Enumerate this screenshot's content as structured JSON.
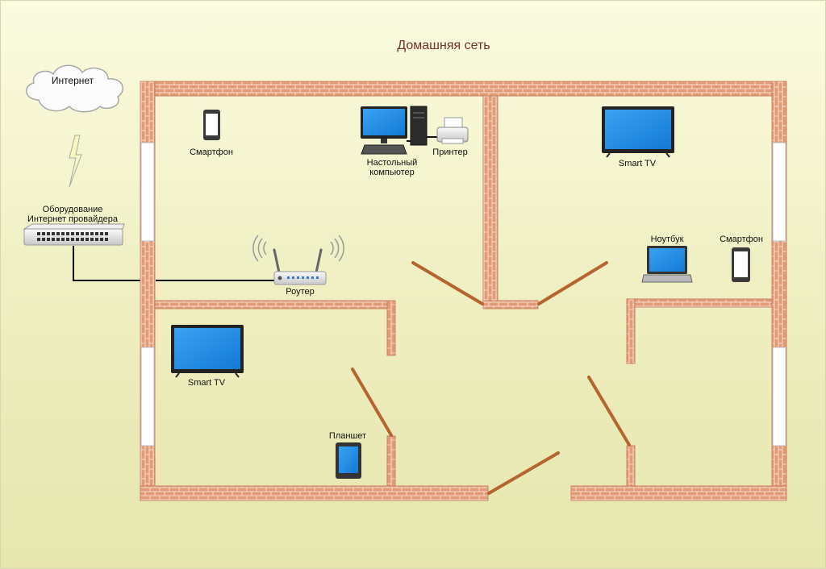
{
  "title": "Домашняя сеть",
  "labels": {
    "internet": "Интернет",
    "isp_line1": "Оборудование",
    "isp_line2": "Интернет провайдера",
    "router": "Роутер",
    "smartphone_left": "Смартфон",
    "desktop_line1": "Настольный",
    "desktop_line2": "компьютер",
    "printer": "Принтер",
    "smart_tv_right": "Smart TV",
    "laptop": "Ноутбук",
    "smartphone_right": "Смартфон",
    "smart_tv_left": "Smart TV",
    "tablet": "Планшет"
  },
  "colors": {
    "brick": "#e39a77",
    "mortar": "#f6dccb",
    "door": "#b5652f",
    "screen": "#1a8bea",
    "title": "#7a2e2e"
  }
}
